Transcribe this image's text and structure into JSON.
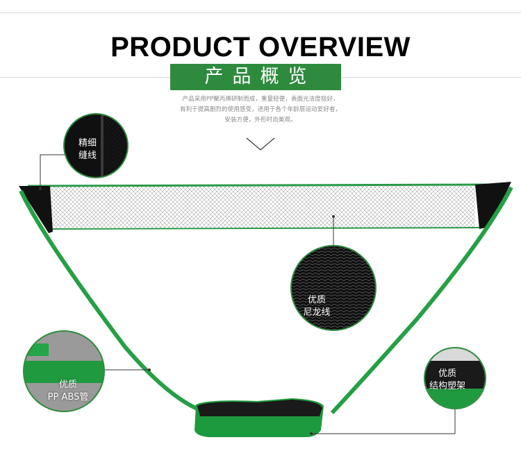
{
  "header": {
    "title": "PRODUCT OVERVIEW",
    "subtitle": "产品概览",
    "description_lines": [
      "产品采用PP聚丙烯研制而成，重量轻便，表面光洁度极好，",
      "有利于提高剧烈的使用感受，适用于各个年龄层运动爱好者，",
      "安装方便，外形时尚美观。"
    ]
  },
  "callouts": {
    "stitching": {
      "line1": "精细",
      "line2": "缝线"
    },
    "nylon": {
      "line1": "优质",
      "line2": "尼龙线"
    },
    "tube": {
      "line1": "优质",
      "line2": "PP ABS管"
    },
    "base": {
      "line1": "优质",
      "line2": "结构塑架"
    }
  },
  "colors": {
    "brand_green": "#2e8b3e",
    "frame_green": "#25a045",
    "net_black": "#1a1a1a"
  },
  "icons": {
    "scroll": "chevron-down-icon"
  }
}
